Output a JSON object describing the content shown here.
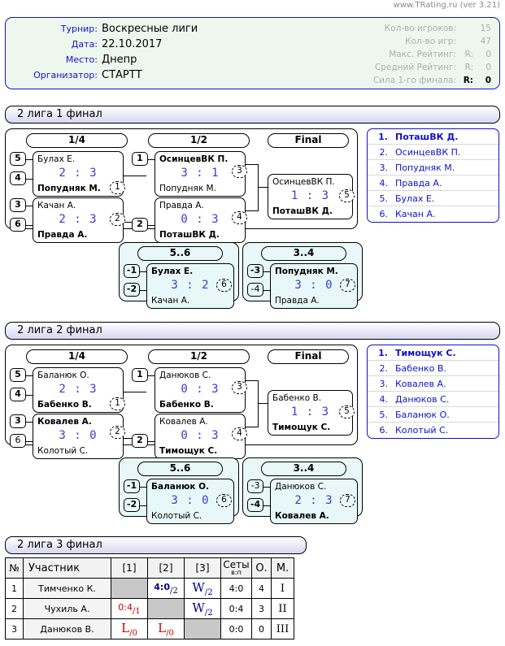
{
  "watermark": "www.TRating.ru (ver 3.21)",
  "info": {
    "rows": [
      {
        "label": "Турнир:",
        "value": "Воскресные лиги"
      },
      {
        "label": "Дата:",
        "value": "22.10.2017"
      },
      {
        "label": "Место:",
        "value": "Днепр"
      },
      {
        "label": "Организатор:",
        "value": "СТАРТТ"
      }
    ],
    "stats": [
      {
        "label": "Кол-во игроков:",
        "r": "",
        "value": "15"
      },
      {
        "label": "Кол-во игр:",
        "r": "",
        "value": "47"
      },
      {
        "label": "Макс. Рейтинг:",
        "r": "R:",
        "value": "0"
      },
      {
        "label": "Средний Рейтинг:",
        "r": "R:",
        "value": "0"
      },
      {
        "label": "Сила 1-го финала:",
        "r": "R:",
        "value": "0"
      }
    ]
  },
  "sections": {
    "final1": {
      "title": "2 лига 1 финал",
      "rounds": {
        "quarter": "1/4",
        "semi": "1/2",
        "final": "Final",
        "p56": "5..6",
        "p34": "3..4"
      },
      "matches": {
        "q1": {
          "top": "Булах Е.",
          "bottom": "Попудняк М.",
          "score": "2 : 3",
          "winner": "bottom",
          "seed_top": "5",
          "seed_bottom": "4",
          "num": "1"
        },
        "q2": {
          "top": "Качан А.",
          "bottom": "Правда А.",
          "score": "2 : 3",
          "winner": "bottom",
          "seed_top": "3",
          "seed_bottom": "6",
          "num": "2"
        },
        "s1": {
          "top": "ОсинцевВК П.",
          "bottom": "Попудняк М.",
          "score": "3 : 1",
          "winner": "top",
          "seed_top": "1",
          "seed_bottom": "",
          "num": "3"
        },
        "s2": {
          "top": "Правда А.",
          "bottom": "ПоташВК Д.",
          "score": "0 : 3",
          "winner": "bottom",
          "seed_top": "",
          "seed_bottom": "2",
          "num": "4"
        },
        "f": {
          "top": "ОсинцевВК П.",
          "bottom": "ПоташВК Д.",
          "score": "1 : 3",
          "winner": "bottom",
          "num": "5"
        },
        "p56": {
          "top": "Булах Е.",
          "bottom": "Качан А.",
          "score": "3 : 2",
          "winner": "top",
          "seed_top": "-1",
          "seed_bottom": "-2",
          "num": "6"
        },
        "p34": {
          "top": "Попудняк М.",
          "bottom": "Правда А.",
          "score": "3 : 0",
          "winner": "top",
          "seed_top": "-3",
          "seed_bottom": "-4",
          "num": "7"
        }
      },
      "ranking": [
        {
          "pos": "1.",
          "name": "ПоташВК Д."
        },
        {
          "pos": "2.",
          "name": "ОсинцевВК П."
        },
        {
          "pos": "3.",
          "name": "Попудняк М."
        },
        {
          "pos": "4.",
          "name": "Правда А."
        },
        {
          "pos": "5.",
          "name": "Булах Е."
        },
        {
          "pos": "6.",
          "name": "Качан А."
        }
      ]
    },
    "final2": {
      "title": "2 лига 2 финал",
      "rounds": {
        "quarter": "1/4",
        "semi": "1/2",
        "final": "Final",
        "p56": "5..6",
        "p34": "3..4"
      },
      "matches": {
        "q1": {
          "top": "Баланюк О.",
          "bottom": "Бабенко В.",
          "score": "2 : 3",
          "winner": "bottom",
          "seed_top": "5",
          "seed_bottom": "4",
          "num": "1"
        },
        "q2": {
          "top": "Ковалев А.",
          "bottom": "Колотый С.",
          "score": "3 : 0",
          "winner": "top",
          "seed_top": "3",
          "seed_bottom": "6",
          "num": "2"
        },
        "s1": {
          "top": "Данюков С.",
          "bottom": "Бабенко В.",
          "score": "0 : 3",
          "winner": "bottom",
          "seed_top": "1",
          "seed_bottom": "",
          "num": "3"
        },
        "s2": {
          "top": "Ковалев А.",
          "bottom": "Тимощук С.",
          "score": "0 : 3",
          "winner": "bottom",
          "seed_top": "",
          "seed_bottom": "2",
          "num": "4"
        },
        "f": {
          "top": "Бабенко В.",
          "bottom": "Тимощук С.",
          "score": "1 : 3",
          "winner": "bottom",
          "num": "5"
        },
        "p56": {
          "top": "Баланюк О.",
          "bottom": "Колотый С.",
          "score": "3 : 0",
          "winner": "top",
          "seed_top": "-1",
          "seed_bottom": "-2",
          "num": "6"
        },
        "p34": {
          "top": "Данюков С.",
          "bottom": "Ковалев А.",
          "score": "2 : 3",
          "winner": "bottom",
          "seed_top": "-3",
          "seed_bottom": "-4",
          "num": "7"
        }
      },
      "ranking": [
        {
          "pos": "1.",
          "name": "Тимощук С."
        },
        {
          "pos": "2.",
          "name": "Бабенко В."
        },
        {
          "pos": "3.",
          "name": "Ковалев А."
        },
        {
          "pos": "4.",
          "name": "Данюков С."
        },
        {
          "pos": "5.",
          "name": "Баланюк О."
        },
        {
          "pos": "6.",
          "name": "Колотый С."
        }
      ]
    },
    "final3": {
      "title": "2 лига 3 финал",
      "table": {
        "headers": {
          "no": "№",
          "name": "Участник",
          "c1": "[1]",
          "c2": "[2]",
          "c3": "[3]",
          "sets": "Сеты",
          "sets_sub": "в:п",
          "points": "О.",
          "place": "М."
        },
        "rows": [
          {
            "no": "1",
            "name": "Тимченко К.",
            "cells": [
              {
                "kind": "blocked"
              },
              {
                "kind": "score",
                "num": "4:0",
                "den": "2",
                "result": "win"
              },
              {
                "kind": "letter",
                "num": "W",
                "den": "2",
                "result": "win"
              }
            ],
            "sets": "4:0",
            "points": "4",
            "place": "I"
          },
          {
            "no": "2",
            "name": "Чухиль А.",
            "cells": [
              {
                "kind": "score",
                "num": "0:4",
                "den": "1",
                "result": "loss"
              },
              {
                "kind": "blocked"
              },
              {
                "kind": "letter",
                "num": "W",
                "den": "2",
                "result": "win"
              }
            ],
            "sets": "0:4",
            "points": "3",
            "place": "II"
          },
          {
            "no": "3",
            "name": "Данюков В.",
            "cells": [
              {
                "kind": "letter",
                "num": "L",
                "den": "0",
                "result": "loss"
              },
              {
                "kind": "letter",
                "num": "L",
                "den": "0",
                "result": "loss"
              },
              {
                "kind": "blocked"
              }
            ],
            "sets": "0:0",
            "points": "0",
            "place": "III"
          }
        ]
      }
    }
  }
}
